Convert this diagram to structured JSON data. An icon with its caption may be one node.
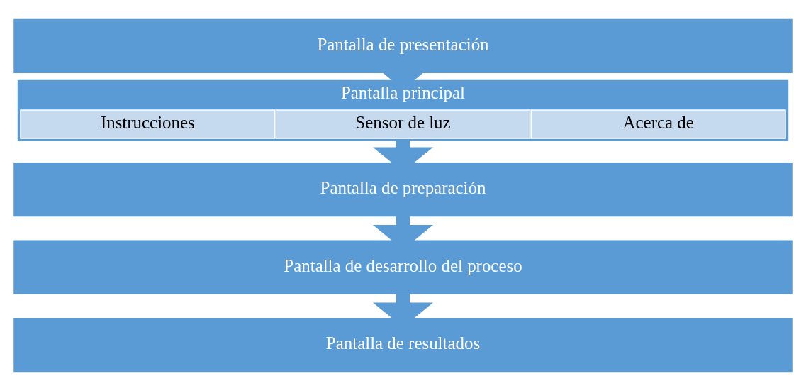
{
  "diagram": {
    "nodes": [
      {
        "text": [
          "Pantalla de presentación"
        ]
      },
      {
        "text": [
          "Pantalla principal"
        ]
      },
      {
        "text": [
          "Instrucciones"
        ],
        "in": 1
      },
      {
        "text": [
          "Sensor de luz"
        ],
        "in": 1
      },
      {
        "text": [
          "Acerca de"
        ],
        "in": 1
      },
      {
        "text": [
          "Pantalla de preparación"
        ]
      },
      {
        "text": [
          "Pantalla de desarrollo del proceso"
        ]
      },
      {
        "text": [
          "Pantalla de resultados"
        ]
      }
    ],
    "edges": [
      {
        "from": 0,
        "to": 1,
        "arrow": "to"
      },
      {
        "from": 1,
        "to": 5,
        "arrow": "to"
      },
      {
        "from": 5,
        "to": 6,
        "arrow": "to"
      },
      {
        "from": 6,
        "to": 7,
        "arrow": "to"
      }
    ]
  }
}
